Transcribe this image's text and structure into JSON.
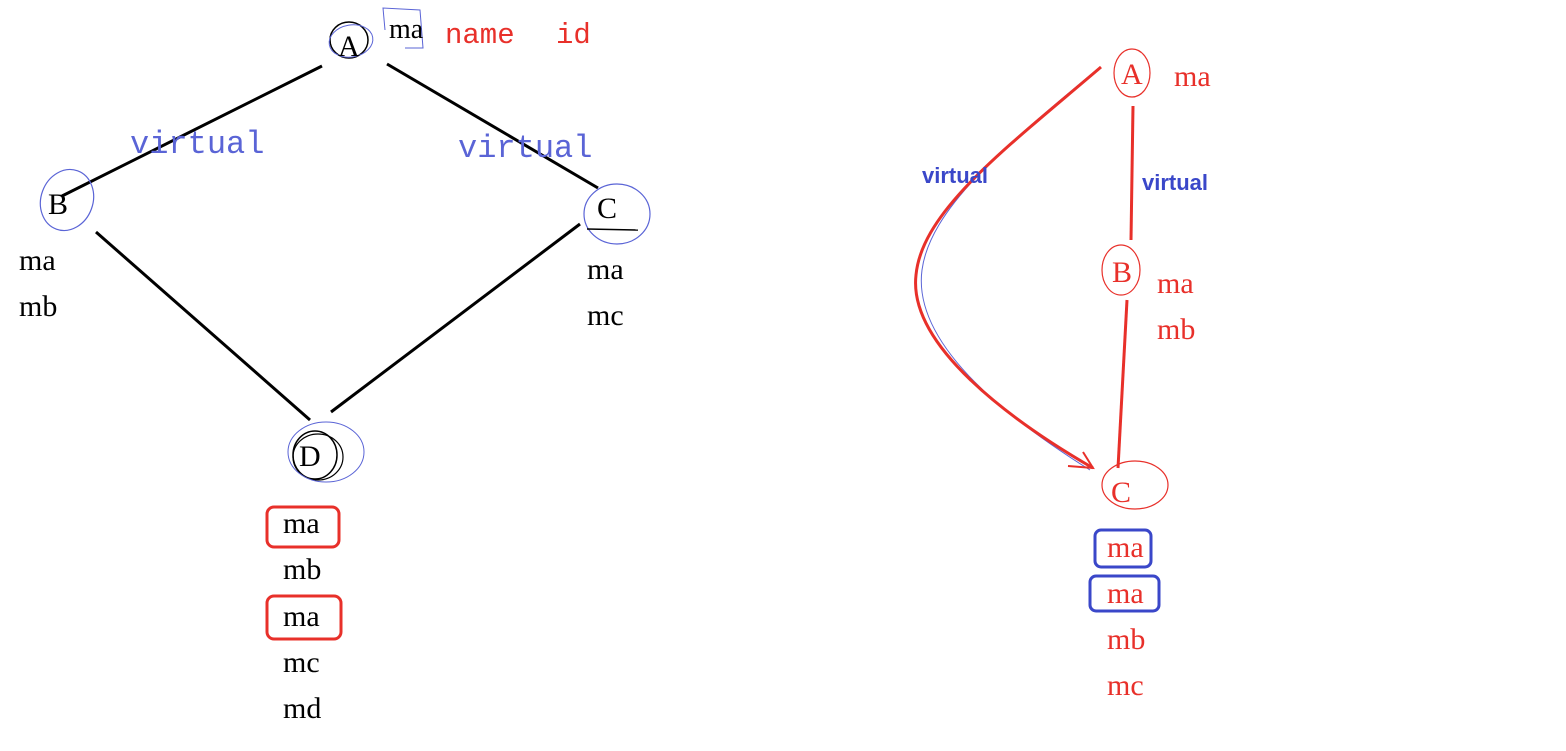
{
  "colors": {
    "black": "#000000",
    "red": "#e8302a",
    "blue": "#3a47c9",
    "sketch_blue": "#5a64d6"
  },
  "left_diagram": {
    "nodes": {
      "A": {
        "label": "A",
        "members": [
          "ma"
        ]
      },
      "B": {
        "label": "B",
        "members": [
          "ma",
          "mb"
        ]
      },
      "C": {
        "label": "C",
        "members": [
          "ma",
          "mc"
        ]
      },
      "D": {
        "label": "D",
        "members": [
          "ma",
          "mb",
          "ma",
          "mc",
          "md"
        ]
      }
    },
    "annotation_name": "name",
    "annotation_id": "id",
    "edge_label_ab": "virtual",
    "edge_label_ac": "virtual"
  },
  "right_diagram": {
    "nodes": {
      "A": {
        "label": "A",
        "members": [
          "ma"
        ]
      },
      "B": {
        "label": "B",
        "members": [
          "ma",
          "mb"
        ]
      },
      "C": {
        "label": "C",
        "members": [
          "ma",
          "ma",
          "mb",
          "mc"
        ]
      }
    },
    "edge_label_curve": "virtual",
    "edge_label_ab": "virtual"
  }
}
